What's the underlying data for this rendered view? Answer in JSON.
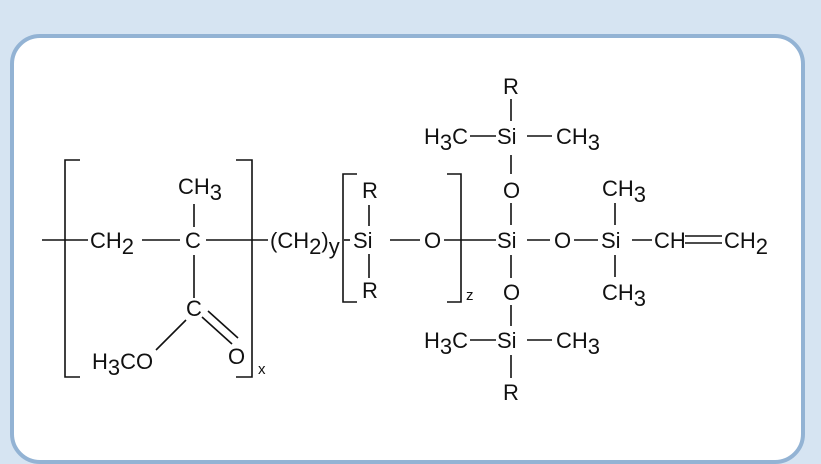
{
  "diagram": {
    "atoms": {
      "ch2": "CH",
      "ch2_sub": "2",
      "c_main": "C",
      "ch3_top": "CH",
      "ch3_top_sub": "3",
      "c_ester": "C",
      "o_carbonyl": "O",
      "h3co_h": "H",
      "h3co_sub": "3",
      "h3co_co": "CO",
      "ch2y_text": "(CH",
      "ch2y_sub": "2",
      "ch2y_close": ")",
      "si_repeat": "Si",
      "r_top": "R",
      "r_bottom": "R",
      "o_repeat": "O",
      "si_center": "Si",
      "o_up": "O",
      "o_down": "O",
      "o_right": "O",
      "si_top": "Si",
      "si_bottom": "Si",
      "si_vinyl": "Si",
      "r_topmost": "R",
      "r_bottommost": "R",
      "h3c_top_h": "H",
      "h3c_top_sub": "3",
      "h3c_top_c": "C",
      "ch3_topright": "CH",
      "ch3_topright_sub": "3",
      "h3c_bot_h": "H",
      "h3c_bot_sub": "3",
      "h3c_bot_c": "C",
      "ch3_botright": "CH",
      "ch3_botright_sub": "3",
      "ch3_vinyl_up": "CH",
      "ch3_vinyl_up_sub": "3",
      "ch3_vinyl_down": "CH",
      "ch3_vinyl_down_sub": "3",
      "vinyl_ch": "CH",
      "vinyl_ch2": "CH",
      "vinyl_ch2_sub": "2"
    },
    "subscripts": {
      "x": "x",
      "y": "y",
      "z": "z"
    }
  }
}
